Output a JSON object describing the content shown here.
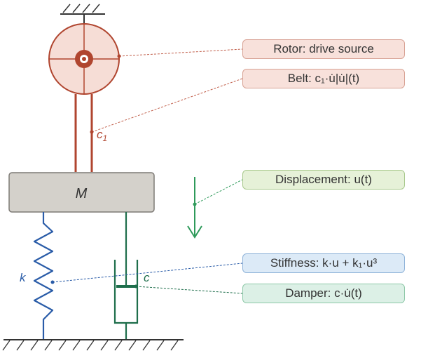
{
  "diagram": {
    "labels": {
      "mass": "M",
      "belt_coefficient": "c",
      "belt_subscript": "1",
      "spring": "k",
      "damper": "c"
    },
    "callouts": {
      "rotor": "Rotor: drive source",
      "belt": "Belt: c₁·u̇|u̇|(t)",
      "displacement": "Displacement: u(t)",
      "stiffness": "Stiffness: k·u + k₁·u³",
      "damper": "Damper: c·u̇(t)"
    }
  },
  "colors": {
    "rotor": "#b0452f",
    "mass_fill": "#d4d1cb",
    "spring": "#2a5ca8",
    "damper": "#1e6e4b",
    "displacement": "#2e9a5a",
    "ground": "#333333"
  }
}
